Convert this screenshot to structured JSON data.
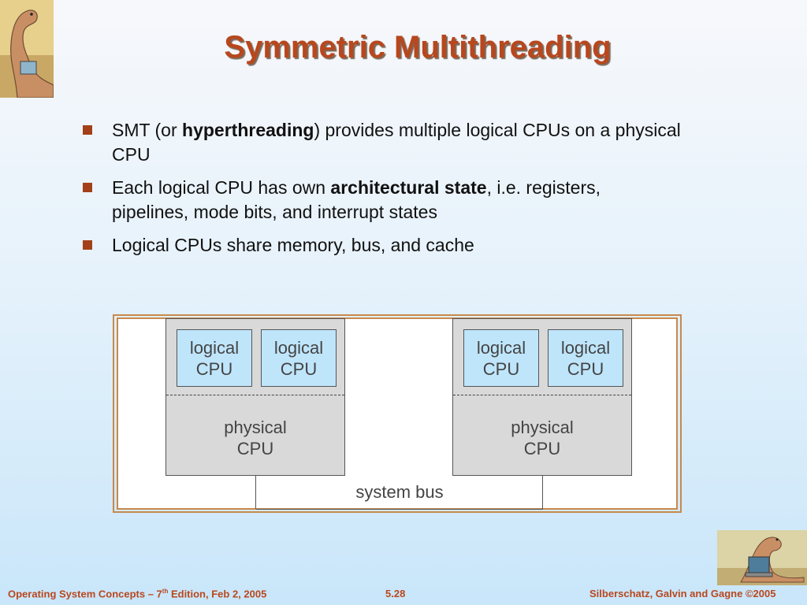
{
  "title": "Symmetric Multithreading",
  "bullets": [
    {
      "pre": "SMT (or ",
      "bold": "hyperthreading",
      "post": ") provides multiple logical CPUs on a physical CPU"
    },
    {
      "pre": "Each logical CPU has own ",
      "bold": "architectural state",
      "post": ", i.e. registers, pipelines, mode bits, and interrupt states"
    },
    {
      "pre": "Logical CPUs share memory, bus, and cache",
      "bold": "",
      "post": ""
    }
  ],
  "diagram": {
    "logical_line1": "logical",
    "logical_line2": "CPU",
    "physical_line1": "physical",
    "physical_line2": "CPU",
    "bus_label": "system bus"
  },
  "footer": {
    "left_pre": "Operating System Concepts – 7",
    "left_sup": "th",
    "left_post": " Edition, Feb 2, 2005",
    "page": "5.28",
    "right": "Silberschatz, Galvin and Gagne ©2005"
  },
  "colors": {
    "title": "#b8471e",
    "bullet": "#a3401a",
    "logical_cpu_fill": "#bfe5fb",
    "physical_cpu_fill": "#d9d9d9",
    "frame": "#c8894d"
  }
}
